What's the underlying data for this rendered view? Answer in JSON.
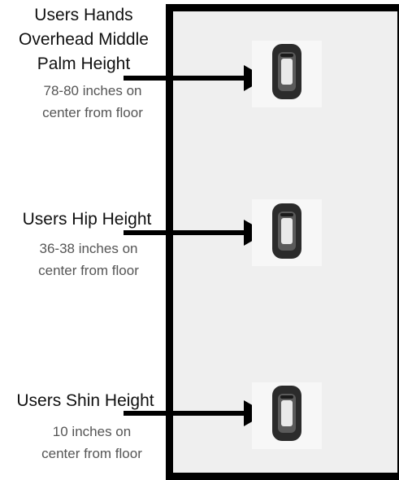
{
  "labels": [
    {
      "title_lines": [
        "Users Hands",
        "Overhead Middle",
        "Palm Height"
      ],
      "sub_lines": [
        "78-80 inches on",
        "center from floor"
      ]
    },
    {
      "title_lines": [
        "Users Hip Height"
      ],
      "sub_lines": [
        "36-38 inches on",
        "center from floor"
      ]
    },
    {
      "title_lines": [
        "Users Shin Height"
      ],
      "sub_lines": [
        "10 inches on",
        "center from floor"
      ]
    }
  ],
  "colors": {
    "panel_border": "#000000",
    "panel_fill": "#efefef",
    "arrow": "#000000",
    "hook": "#2b2b2b"
  },
  "icons": [
    "arrow-right-icon",
    "door-hook-icon"
  ]
}
